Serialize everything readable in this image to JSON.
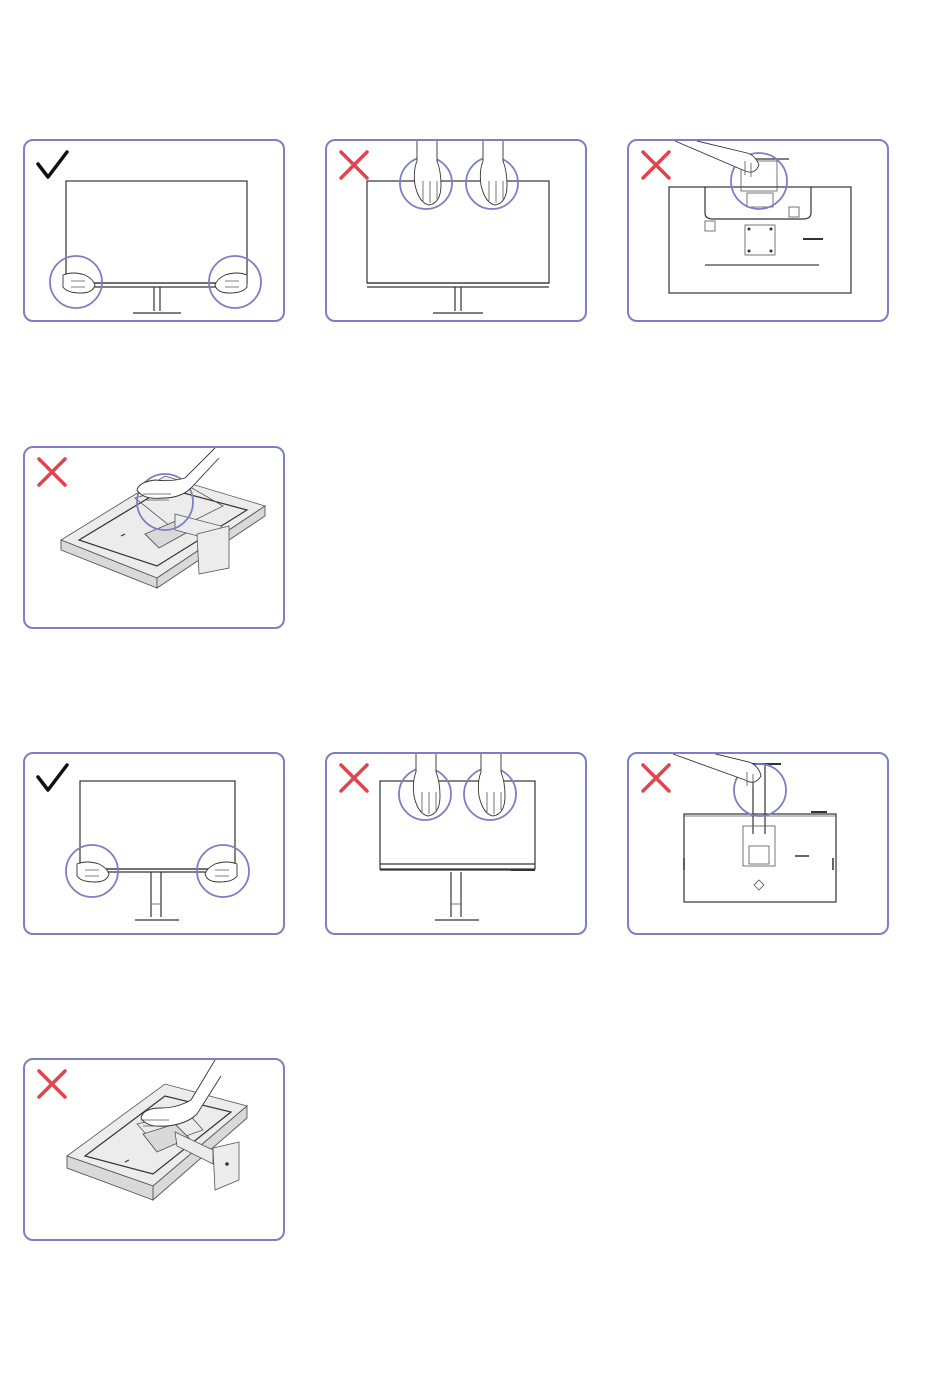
{
  "colors": {
    "border": "#7b7fc4",
    "correct": "#111111",
    "incorrect": "#e0454f",
    "line": "#333333"
  },
  "icons": {
    "correct": "check-icon",
    "incorrect": "cross-icon"
  },
  "panels": [
    {
      "id": "p1",
      "mark": "correct",
      "scene": "front-hands-bottom",
      "variant": "A"
    },
    {
      "id": "p2",
      "mark": "incorrect",
      "scene": "front-hands-top",
      "variant": "A"
    },
    {
      "id": "p3",
      "mark": "incorrect",
      "scene": "back-hold-stand",
      "variant": "A"
    },
    {
      "id": "p4",
      "mark": "incorrect",
      "scene": "box-press-stand",
      "variant": "A"
    },
    {
      "id": "p5",
      "mark": "correct",
      "scene": "front-hands-bottom",
      "variant": "B"
    },
    {
      "id": "p6",
      "mark": "incorrect",
      "scene": "front-hands-top",
      "variant": "B"
    },
    {
      "id": "p7",
      "mark": "incorrect",
      "scene": "back-hold-stand",
      "variant": "B"
    },
    {
      "id": "p8",
      "mark": "incorrect",
      "scene": "box-press-stand",
      "variant": "B"
    }
  ]
}
